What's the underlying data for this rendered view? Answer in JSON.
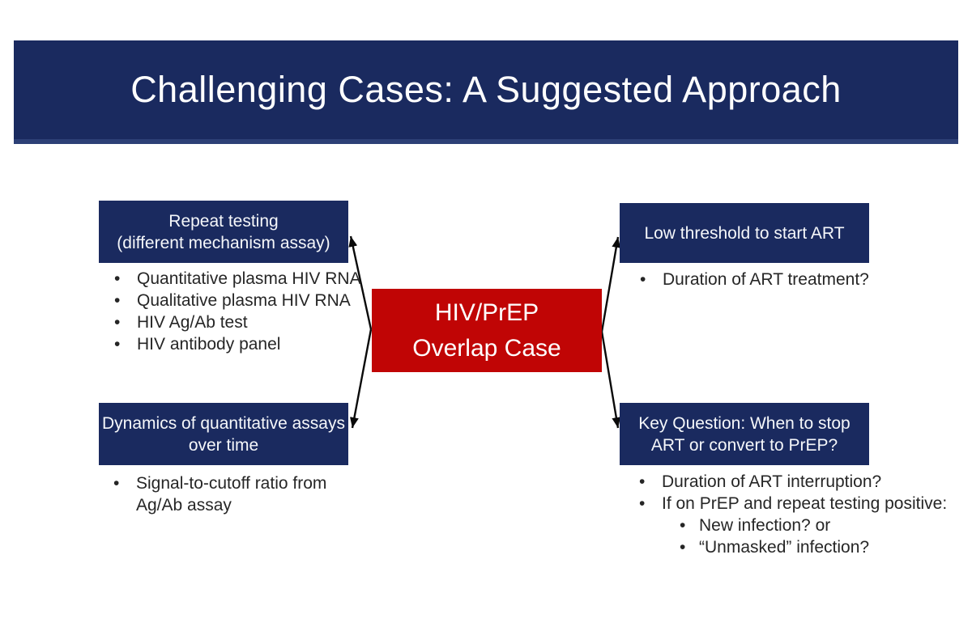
{
  "title_bar": {
    "title": "Challenging Cases: A Suggested Approach"
  },
  "center_box": {
    "lines": [
      "HIV/PrEP",
      "Overlap Case"
    ]
  },
  "groups": {
    "top_left": {
      "header_lines": [
        "Repeat testing",
        "(different mechanism assay)"
      ],
      "bullets": [
        "Quantitative plasma HIV RNA",
        "Qualitative plasma HIV RNA",
        "HIV Ag/Ab test",
        "HIV antibody panel"
      ]
    },
    "top_right": {
      "header_lines": [
        "Low threshold to start ART"
      ],
      "bullets": [
        "Duration of ART treatment?"
      ]
    },
    "bottom_left": {
      "header_lines": [
        "Dynamics of quantitative assays",
        "over time"
      ],
      "bullets": [
        "Signal-to-cutoff ratio from Ag/Ab assay"
      ]
    },
    "bottom_right": {
      "header_lines": [
        "Key Question: When to stop",
        "ART or convert to PrEP?"
      ],
      "bullets": [
        "Duration of ART interruption?",
        "If on PrEP and repeat testing positive:"
      ],
      "sub_bullets": [
        "New infection? or",
        "“Unmasked” infection?"
      ]
    }
  },
  "colors": {
    "navy": "#1a2a5f",
    "navy_bottom_edge": "#2d4076",
    "red": "#c00505",
    "bullet_text": "#262626",
    "light_text": "#ffffff",
    "arrow": "#0a0a0a"
  }
}
